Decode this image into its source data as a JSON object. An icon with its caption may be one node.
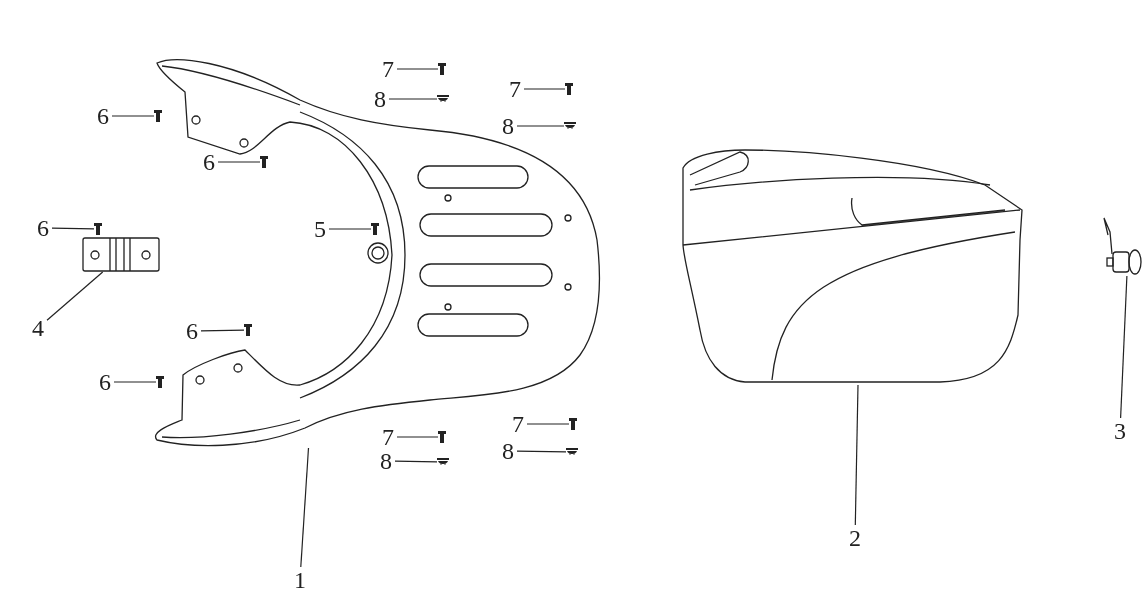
{
  "diagram": {
    "nodes": [
      {
        "text": [],
        "shape": "picture"
      },
      {
        "text": [],
        "shape": "picture"
      },
      {
        "text": [],
        "shape": "picture"
      },
      {
        "text": [],
        "shape": "picture"
      },
      {
        "text": [],
        "shape": "picture"
      },
      {
        "text": [],
        "shape": "picture"
      },
      {
        "text": [],
        "shape": "picture"
      },
      {
        "text": [],
        "shape": "picture"
      },
      {
        "text": [],
        "shape": "picture"
      },
      {
        "text": [],
        "shape": "picture"
      },
      {
        "text": [],
        "shape": "picture"
      },
      {
        "text": [],
        "shape": "picture"
      },
      {
        "text": [],
        "shape": "picture"
      },
      {
        "text": [],
        "shape": "picture"
      },
      {
        "text": [],
        "shape": "picture"
      },
      {
        "text": [],
        "shape": "picture"
      },
      {
        "text": [],
        "shape": "picture"
      },
      {
        "text": [],
        "shape": "picture"
      },
      {
        "text": [
          "1"
        ]
      },
      {
        "text": [
          "2"
        ]
      },
      {
        "text": [
          "3"
        ]
      },
      {
        "text": [
          "4"
        ]
      },
      {
        "text": [
          "5"
        ]
      },
      {
        "text": [
          "6"
        ]
      },
      {
        "text": [
          "6"
        ]
      },
      {
        "text": [
          "6"
        ]
      },
      {
        "text": [
          "6"
        ]
      },
      {
        "text": [
          "6"
        ]
      },
      {
        "text": [
          "7"
        ]
      },
      {
        "text": [
          "7"
        ]
      },
      {
        "text": [
          "7"
        ]
      },
      {
        "text": [
          "7"
        ]
      },
      {
        "text": [
          "8"
        ]
      },
      {
        "text": [
          "8"
        ]
      },
      {
        "text": [
          "8"
        ]
      },
      {
        "text": [
          "8"
        ]
      }
    ],
    "edges": [
      {
        "from": 18,
        "to": 0,
        "arrow": "none"
      },
      {
        "from": 19,
        "to": 1,
        "arrow": "none"
      },
      {
        "from": 20,
        "to": 2,
        "arrow": "none"
      },
      {
        "from": 21,
        "to": 3,
        "arrow": "none"
      },
      {
        "from": 22,
        "to": 4,
        "arrow": "none"
      },
      {
        "from": 23,
        "to": 5,
        "arrow": "none"
      },
      {
        "from": 24,
        "to": 6,
        "arrow": "none"
      },
      {
        "from": 25,
        "to": 7,
        "arrow": "none"
      },
      {
        "from": 26,
        "to": 8,
        "arrow": "none"
      },
      {
        "from": 27,
        "to": 9,
        "arrow": "none"
      },
      {
        "from": 28,
        "to": 10,
        "arrow": "none"
      },
      {
        "from": 29,
        "to": 11,
        "arrow": "none"
      },
      {
        "from": 30,
        "to": 12,
        "arrow": "none"
      },
      {
        "from": 31,
        "to": 13,
        "arrow": "none"
      },
      {
        "from": 32,
        "to": 14,
        "arrow": "none"
      },
      {
        "from": 33,
        "to": 15,
        "arrow": "none"
      },
      {
        "from": 34,
        "to": 16,
        "arrow": "none"
      },
      {
        "from": 35,
        "to": 17,
        "arrow": "none"
      }
    ]
  }
}
